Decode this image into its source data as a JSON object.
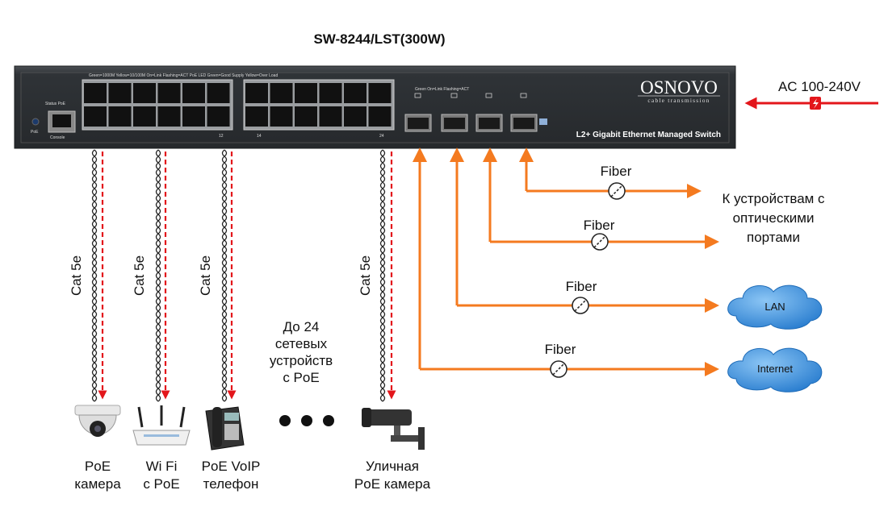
{
  "title": "SW-8244/LST(300W)",
  "switch": {
    "brand": "OSNOVO",
    "brand_sub": "cable transmission",
    "model_desc": "L2+ Gigabit Ethernet Managed Switch",
    "led_legend": "Green=1000M  Yellow=10/100M  On=Link  Flashing=ACT  PoE LED Green=Good Supply  Yellow=Over Load",
    "sfp_legend": "Green On=Link Flashing=ACT",
    "console_label": "Console",
    "poe_label": "PoE",
    "status_label": "Status PoE",
    "port_12": "12",
    "port_14": "14",
    "port_24": "24"
  },
  "power": {
    "label": "AC 100-240V",
    "icon": "lightning-icon",
    "color": "#e3161b"
  },
  "cables": [
    {
      "label": "Cat 5e"
    },
    {
      "label": "Cat 5e"
    },
    {
      "label": "Cat 5e"
    },
    {
      "label": "Cat 5e"
    }
  ],
  "devices": [
    {
      "line1": "PoE",
      "line2": "камера",
      "icon": "dome-camera-icon"
    },
    {
      "line1": "Wi Fi",
      "line2": "с PoE",
      "icon": "wifi-router-icon"
    },
    {
      "line1": "PoE VoIP",
      "line2": "телефон",
      "icon": "ip-phone-icon"
    },
    {
      "line1": "Уличная",
      "line2": "PoE камера",
      "icon": "bullet-camera-icon"
    }
  ],
  "more_devices": [
    "До 24",
    "сетевых",
    "устройств",
    "с PoE"
  ],
  "fiber_links": [
    {
      "label": "Fiber"
    },
    {
      "label": "Fiber"
    },
    {
      "label": "Fiber"
    },
    {
      "label": "Fiber"
    }
  ],
  "optical_devices": [
    "К устройствам с",
    "оптическими",
    "портами"
  ],
  "clouds": {
    "lan": "LAN",
    "internet": "Internet"
  },
  "colors": {
    "fiber": "#f47a1f",
    "poe_arrow": "#e3161b",
    "switch_body": "#2f3337",
    "cloud": "#3f8fd8"
  }
}
